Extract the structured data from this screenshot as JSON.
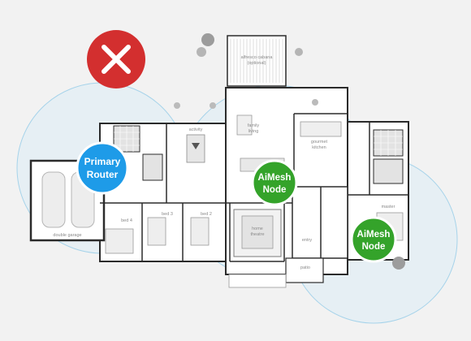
{
  "status_icon": {
    "name": "red-x-icon",
    "color": "#d32f2f"
  },
  "colors": {
    "primary_router": "#1e9be8",
    "aimesh_node": "#34a32a",
    "coverage_fill": "#dcedf5",
    "coverage_stroke": "#a6d3ea",
    "wall": "#2b2b2b",
    "floor": "#ffffff"
  },
  "devices": [
    {
      "id": "primary",
      "line1": "Primary",
      "line2": "Router",
      "kind": "primary_router"
    },
    {
      "id": "node1",
      "line1": "AiMesh",
      "line2": "Node",
      "kind": "aimesh_node"
    },
    {
      "id": "node2",
      "line1": "AiMesh",
      "line2": "Node",
      "kind": "aimesh_node"
    }
  ],
  "rooms": {
    "alfresco_line1": "alfresco cabana",
    "alfresco_line2": "(optional)",
    "family_line1": "family",
    "family_line2": "living",
    "gourmet_line1": "gourmet",
    "gourmet_line2": "kitchen",
    "activity": "activity",
    "double_garage": "double garage",
    "bed4": "bed 4",
    "bed3": "bed 3",
    "bed2": "bed 2",
    "home_theatre_line1": "home",
    "home_theatre_line2": "theatre",
    "entry": "entry",
    "master": "master",
    "patio": "patio"
  }
}
